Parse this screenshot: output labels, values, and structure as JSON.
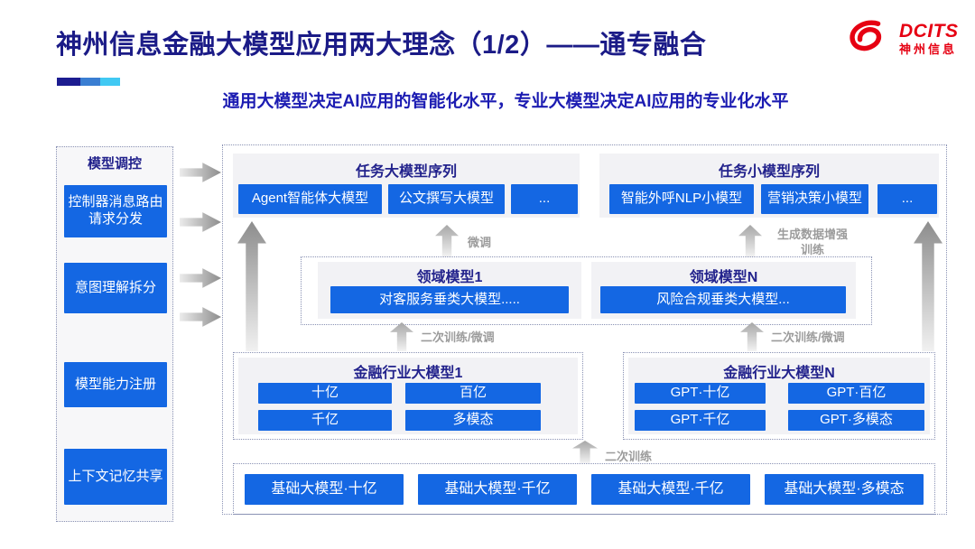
{
  "header": {
    "title": "神州信息金融大模型应用两大理念（1/2）——通专融合",
    "subtitle": "通用大模型决定AI应用的智能化水平，专业大模型决定AI应用的专业化水平",
    "logo": {
      "brand": "DCITS",
      "brand_cn": "神州信息"
    }
  },
  "sidebar": {
    "title": "模型调控",
    "items": [
      "控制器消息路由请求分发",
      "意图理解拆分",
      "模型能力注册",
      "上下文记忆共享"
    ]
  },
  "task_large": {
    "title": "任务大模型序列",
    "items": [
      "Agent智能体大模型",
      "公文撰写大模型",
      "..."
    ]
  },
  "task_small": {
    "title": "任务小模型序列",
    "items": [
      "智能外呼NLP小模型",
      "营销决策小模型",
      "..."
    ]
  },
  "domain": {
    "panels": [
      {
        "title": "领域模型1",
        "item": "对客服务垂类大模型....."
      },
      {
        "title": "领域模型N",
        "item": "风险合规垂类大模型..."
      }
    ]
  },
  "industry": [
    {
      "title": "金融行业大模型1",
      "items": [
        "十亿",
        "百亿",
        "千亿",
        "多模态"
      ]
    },
    {
      "title": "金融行业大模型N",
      "items": [
        "GPT·十亿",
        "GPT·百亿",
        "GPT·千亿",
        "GPT·多模态"
      ]
    }
  ],
  "base": {
    "items": [
      "基础大模型·十亿",
      "基础大模型·千亿",
      "基础大模型·千亿",
      "基础大模型·多模态"
    ]
  },
  "labels": {
    "finetune": "微调",
    "augment_line1": "生成数据增强",
    "augment_line2": "训练",
    "retrain_finetune_left": "二次训练/微调",
    "retrain_finetune_right": "二次训练/微调",
    "retrain": "二次训练"
  },
  "colors": {
    "accent_blue": "#1467e3",
    "navy_text": "#1b1b87",
    "subtitle_blue": "#1c1cb2",
    "label_gray": "#9c9c9c",
    "logo_red": "#e60012",
    "panel_gray": "#f2f2f5",
    "gradient_bar": [
      "#1c1c90",
      "#3a7ed2",
      "#41c9f3"
    ]
  }
}
